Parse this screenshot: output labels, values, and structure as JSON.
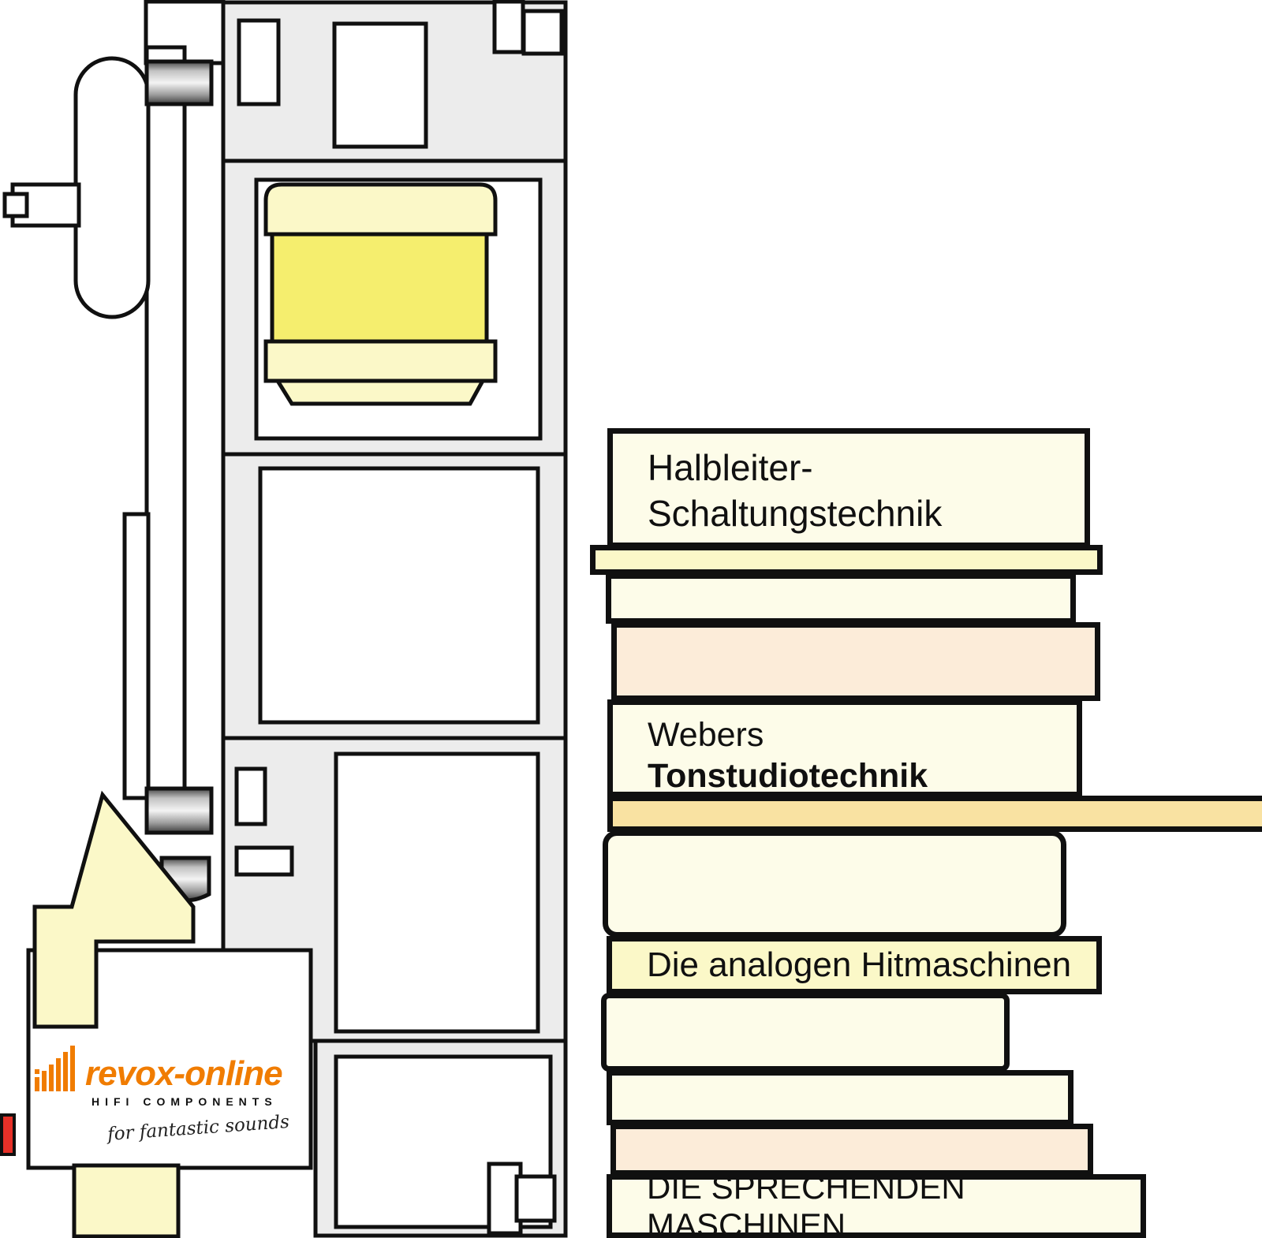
{
  "colors": {
    "outline": "#101010",
    "profile_gray": "#ececec",
    "cream": "#fdfce9",
    "pale_yellow": "#fbf8c8",
    "bright_yellow": "#f5ee6e",
    "wheat": "#f9e2a2",
    "peach": "#fcecd9",
    "brand_orange": "#f07c00",
    "red_marker": "#e63028"
  },
  "logo": {
    "brand": "revox-online",
    "subtitle": "HIFI COMPONENTS",
    "tagline": "for fantastic sounds"
  },
  "books": [
    {
      "id": "halbleiter-schaltungstechnik",
      "color": "#fdfce9",
      "title_lines": [
        "Halbleiter-",
        "Schaltungstechnik"
      ]
    },
    {
      "id": "thin-pale-yellow",
      "color": "#fbf8c8",
      "title_lines": []
    },
    {
      "id": "plain-cream-1",
      "color": "#fdfce9",
      "title_lines": []
    },
    {
      "id": "plain-peach-1",
      "color": "#fcecd9",
      "title_lines": []
    },
    {
      "id": "webers-tonstudiotechnik",
      "color": "#fdfce9",
      "title_lines": [
        "Webers",
        "Tonstudiotechnik"
      ]
    },
    {
      "id": "wide-wheat",
      "color": "#f9e2a2",
      "title_lines": []
    },
    {
      "id": "plain-cream-2",
      "color": "#fdfce9",
      "title_lines": []
    },
    {
      "id": "die-analogen-hitmaschinen",
      "color": "#fbf8c8",
      "title_lines": [
        "Die analogen Hitmaschinen"
      ]
    },
    {
      "id": "plain-cream-3",
      "color": "#fdfce9",
      "title_lines": []
    },
    {
      "id": "plain-cream-4",
      "color": "#fdfce9",
      "title_lines": []
    },
    {
      "id": "plain-peach-2",
      "color": "#fcecd9",
      "title_lines": []
    },
    {
      "id": "die-sprechenden-maschinen",
      "color": "#fdfce9",
      "title_lines": [
        "DIE SPRECHENDEN MASCHINEN"
      ]
    }
  ]
}
